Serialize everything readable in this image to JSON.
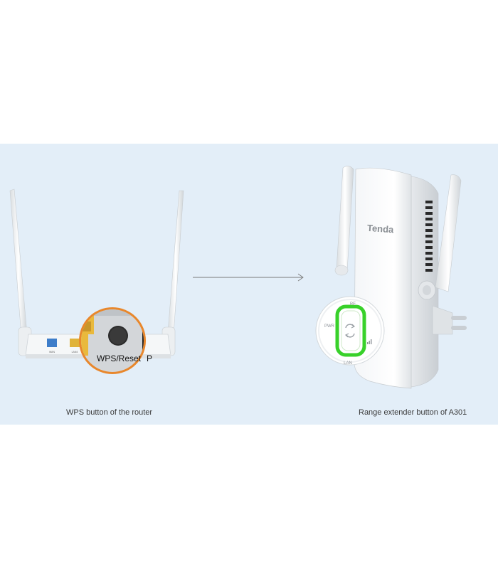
{
  "captions": {
    "left": "WPS button of the router",
    "right": "Range extender button of A301"
  },
  "router": {
    "zoom_label": "WPS/Reset",
    "zoom_label_partial": "P",
    "port_labels": [
      "WAN",
      "LAN4"
    ]
  },
  "extender": {
    "brand": "Tenda",
    "led_labels": {
      "top": "RE",
      "left": "PWR",
      "right": "",
      "bottom": "LAN"
    }
  },
  "colors": {
    "band": "#e3eef8",
    "zoom_ring": "#e8872c",
    "led_green": "#38d12a",
    "arrow": "#7a7a7a"
  }
}
